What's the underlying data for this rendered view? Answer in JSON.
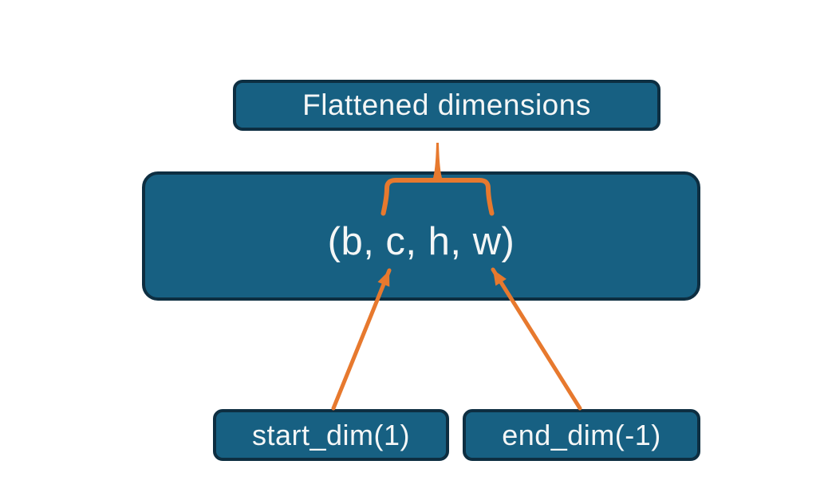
{
  "diagram": {
    "description": "Flatten dimensions diagram",
    "colors": {
      "background": "#ffffff",
      "node_fill": "#176082",
      "node_border": "#0d2e41",
      "node_text": "#f4f6f6",
      "connector": "#e7792e"
    },
    "nodes": {
      "flattened": {
        "label": "Flattened dimensions"
      },
      "tensor": {
        "label": "(b, c, h, w)"
      },
      "start_dim": {
        "label": "start_dim(1)"
      },
      "end_dim": {
        "label": "end_dim(-1)"
      }
    },
    "connectors": {
      "brace": "flatten-range-brace",
      "left_arrow": "start-dim-arrow",
      "right_arrow": "end-dim-arrow"
    }
  }
}
